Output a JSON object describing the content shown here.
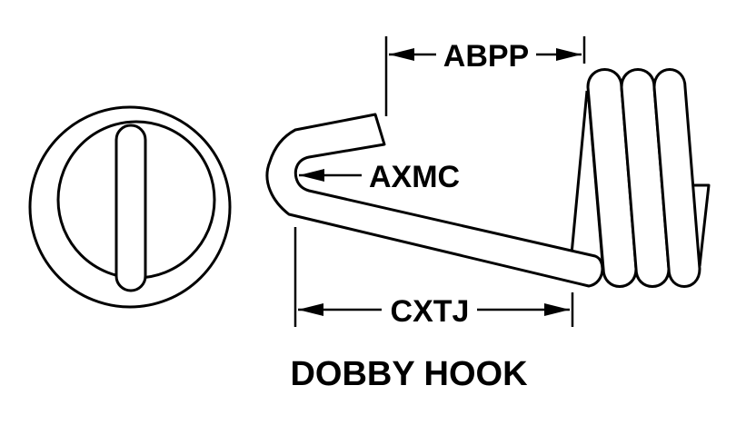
{
  "title": "DOBBY HOOK",
  "dimensions": {
    "top": "ABPP",
    "inner": "AXMC",
    "bottom": "CXTJ"
  }
}
